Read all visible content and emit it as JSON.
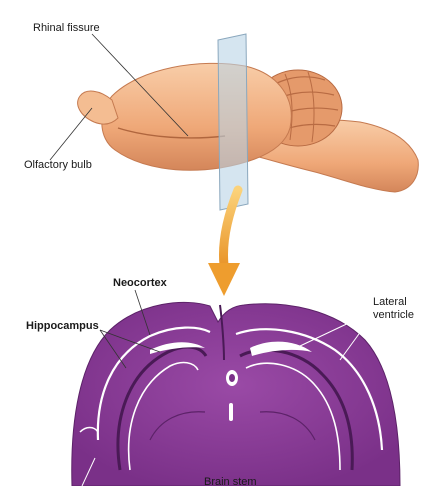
{
  "labels": {
    "rhinal_fissure": "Rhinal fissure",
    "olfactory_bulb": "Olfactory bulb",
    "neocortex": "Neocortex",
    "hippocampus": "Hippocampus",
    "lateral_ventricle": "Lateral ventricle",
    "brain_stem": "Brain stem"
  },
  "colors": {
    "brain_skin": "#f2b58b",
    "brain_shade": "#d98a5e",
    "slice_plane": "#b9d3e6",
    "arrow": "#f2a93b",
    "stain": "#8e3f9a",
    "stain_dark": "#6d2a7c",
    "white_matter": "#ffffff"
  }
}
